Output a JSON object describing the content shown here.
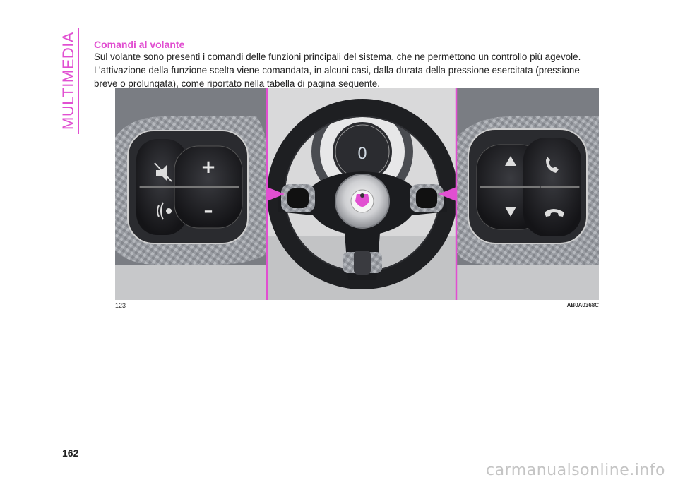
{
  "side_tab": {
    "label": "MULTIMEDIA"
  },
  "section": {
    "title": "Comandi al volante",
    "paragraph": "Sul volante sono presenti i comandi delle funzioni principali del sistema, che ne permettono un controllo più agevole. L’attivazione della funzione scelta viene comandata, in alcuni casi, dalla durata della pressione esercitata (pressione breve o prolungata), come riportato nella tabella di pagina seguente."
  },
  "figure": {
    "number": "123",
    "code": "AB0A0368C",
    "left_controls": {
      "plus": "+",
      "minus": "–"
    },
    "gauge_readout": "0",
    "accent_color": "#e14fd1"
  },
  "page": {
    "number": "162"
  },
  "watermark": {
    "text": "carmanualsonline.info"
  },
  "colors": {
    "accent": "#e14fd1"
  }
}
